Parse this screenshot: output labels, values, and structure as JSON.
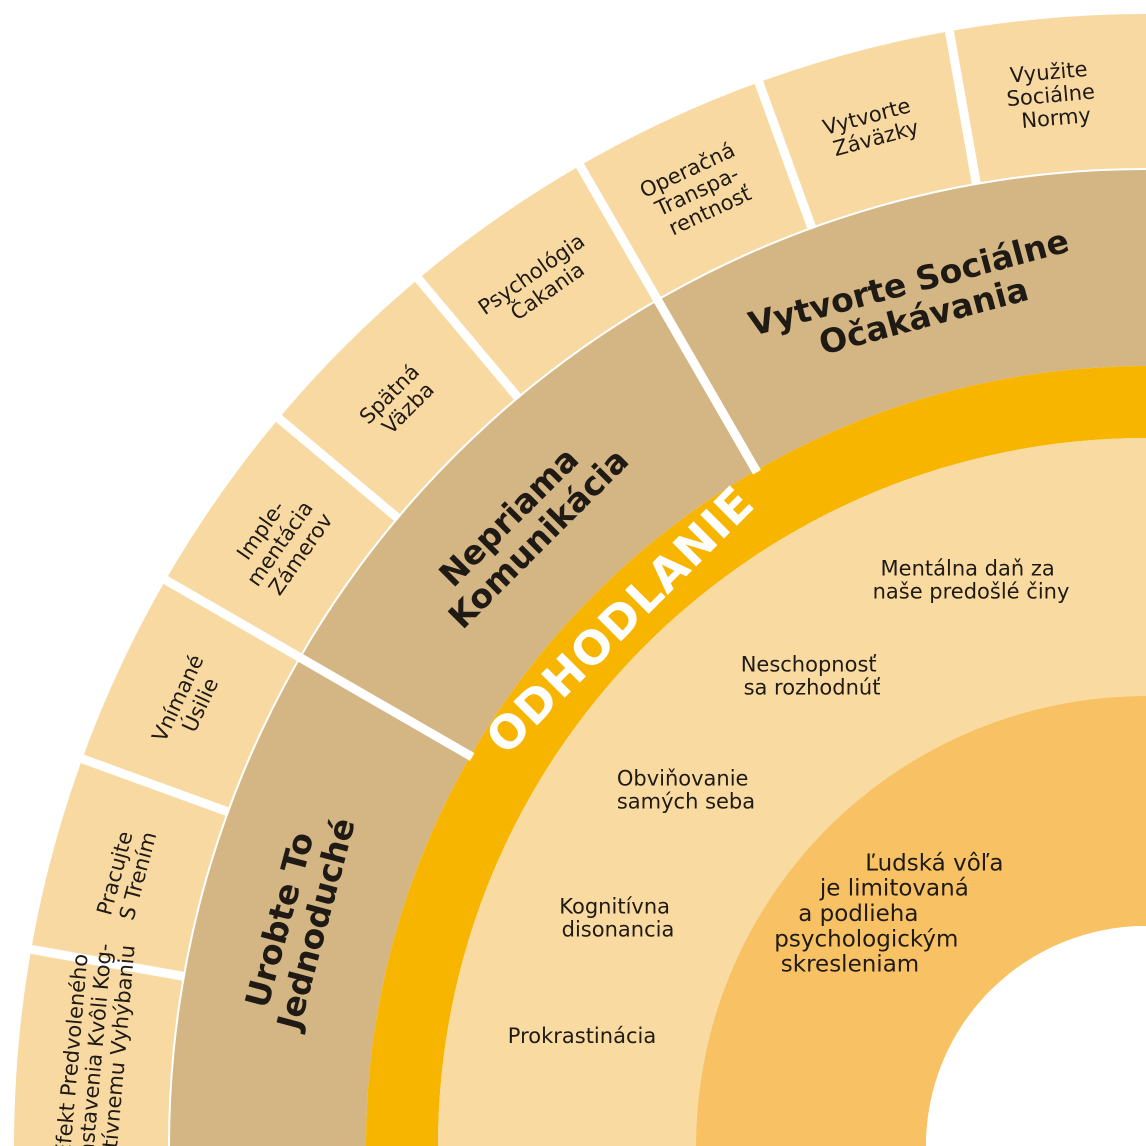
{
  "colors": {
    "outer_fill": "#f8d9a2",
    "middle_fill": "#d4b584",
    "band_fill": "#f7b500",
    "inner_fill": "#f9dba1",
    "core_fill": "#f8c264",
    "center_fill": "#ffffff",
    "divider": "#ffffff",
    "text": "#1f1a14"
  },
  "outer_ring": [
    "Efekt Predvoleného Nastavenia Kvôli Kog-nitívnemu Vyhýbaniu",
    "Pracujte S Trením",
    "Vnímané Úsilie",
    "Imple-mentácia Zámerov",
    "Spätná Väzba",
    "Psychológia Čakania",
    "Operačná Transpa-rentnosť",
    "Vytvorte Záväzky",
    "Využite Sociálne Normy"
  ],
  "middle_ring": [
    "Urobte To Jednoduché",
    "Nepriama Komunikácia",
    "Vytvorte Sociálne Očakávania"
  ],
  "band_label": "ODHODLANIE",
  "inner_ring": [
    "Prokrastinácia",
    "Kognitívna disonancia",
    "Obviňovanie samých seba",
    "Neschopnosť sa rozhodnúť",
    "Mentálna daň za naše predošlé činy"
  ],
  "core_label": "Ľudská vôľa je limitovaná a podlieha psychologickým skresleniam"
}
